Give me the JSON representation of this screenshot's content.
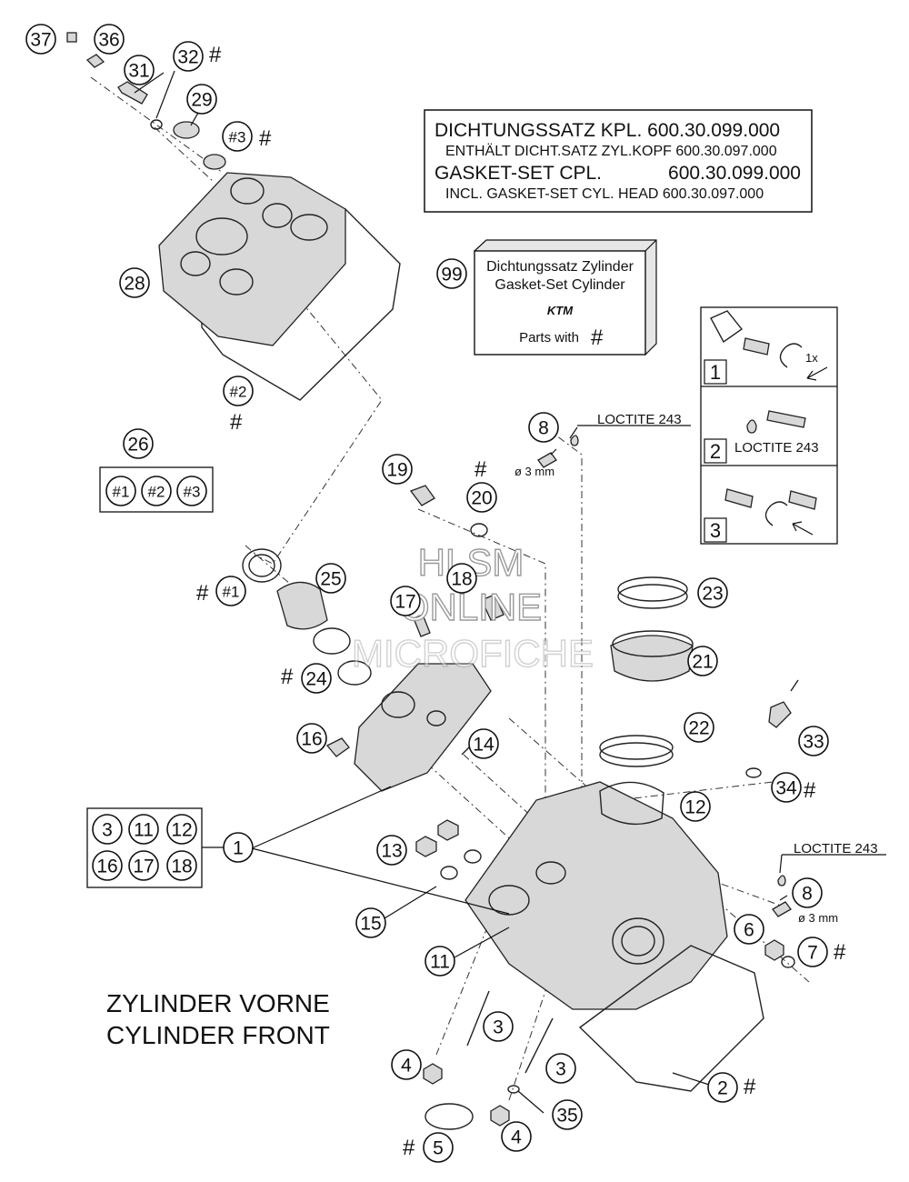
{
  "gasket_box": {
    "line1": "DICHTUNGSSATZ KPL. 600.30.099.000",
    "line2": "ENTHÄLT DICHT.SATZ ZYL.KOPF 600.30.097.000",
    "line3_left": "GASKET-SET CPL.",
    "line3_right": "600.30.099.000",
    "line4": "INCL. GASKET-SET CYL. HEAD 600.30.097.000"
  },
  "kit_box": {
    "line1": "Dichtungssatz Zylinder",
    "line2": "Gasket-Set Cylinder",
    "brand": "KTM",
    "line3": "Parts with",
    "hash": "#"
  },
  "loctite_top": "LOCTITE 243",
  "loctite_right": "LOCTITE 243",
  "dim_top": "ø 3 mm",
  "dim_right": "ø 3 mm",
  "steps": {
    "s1": "1",
    "s1_turn": "1x",
    "s2": "2",
    "s2_label": "LOCTITE 243",
    "s3": "3"
  },
  "title": {
    "line1": "ZYLINDER VORNE",
    "line2": "CYLINDER FRONT"
  },
  "watermark": {
    "line1": "HLSM",
    "line2": "ONLINE",
    "line3": "MICROFICHE"
  },
  "hash": "#",
  "group_26": [
    "#1",
    "#2",
    "#3"
  ],
  "group_1": [
    "3",
    "11",
    "12",
    "16",
    "17",
    "18"
  ],
  "callouts": {
    "c37": "37",
    "c36": "36",
    "c31": "31",
    "c32": "32",
    "c29": "29",
    "c3s": "#3",
    "c28": "28",
    "c2s": "#2",
    "c26": "26",
    "c99": "99",
    "c8a": "8",
    "c19": "19",
    "c20": "20",
    "c1s": "#1",
    "c25": "25",
    "c17": "17",
    "c18": "18",
    "c24": "24",
    "c23": "23",
    "c21": "21",
    "c22": "22",
    "c16": "16",
    "c14": "14",
    "c33": "33",
    "c34": "34",
    "c12": "12",
    "c1": "1",
    "c13": "13",
    "c8b": "8",
    "c6": "6",
    "c7": "7",
    "c15": "15",
    "c11": "11",
    "c3a": "3",
    "c3b": "3",
    "c4a": "4",
    "c4b": "4",
    "c2": "2",
    "c35": "35",
    "c5": "5"
  }
}
